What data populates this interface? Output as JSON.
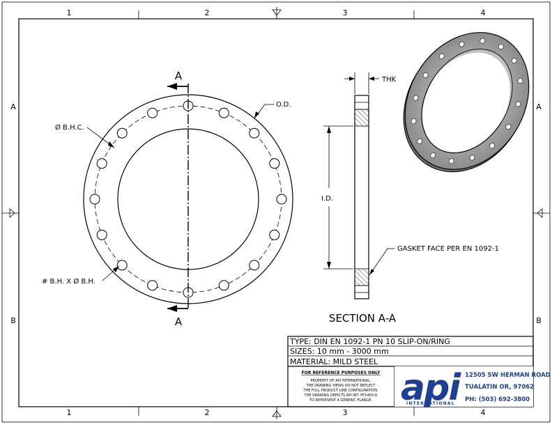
{
  "zones": {
    "columns": [
      "1",
      "2",
      "3",
      "4"
    ],
    "rows": [
      "A",
      "B"
    ]
  },
  "front_view": {
    "section_label_top": "A",
    "section_label_bottom": "A",
    "bhc_label": "Ø B.H.C.",
    "od_label": "O.D.",
    "bolt_holes_label": "# B.H. X Ø B.H."
  },
  "section_view": {
    "thk_label": "THK",
    "id_label": "I.D.",
    "gasket_label": "GASKET FACE PER EN 1092-1",
    "title": "SECTION A-A"
  },
  "title_block": {
    "type_row": "TYPE: DIN EN 1092-1 PN 10 SLIP-ON/RING",
    "sizes_row": "SIZES: 10 mm - 3000 mm",
    "material_row": "MATERIAL: MILD STEEL",
    "reference_heading": "FOR REFERENCE PURPOSES ONLY",
    "reference_lines": [
      "PROPERTY OF API INTERNATIONAL.",
      "THE DRAWING VIEWS DO NOT REFLECT",
      "THE FULL PRODUCT LINE CONFIGURATION.",
      "THE DRAWING DEPICTS API INT. PF1400-D",
      "TO REPRESENT A GENERIC FLANGE."
    ]
  },
  "company": {
    "logo_text": "api",
    "logo_subtext": "INTERNATIONAL",
    "address_line1": "12505 SW HERMAN ROAD",
    "address_line2": "TUALATIN OR, 97062",
    "phone": "PH: (503) 692-3800",
    "brand_color": "#1d3f95"
  }
}
